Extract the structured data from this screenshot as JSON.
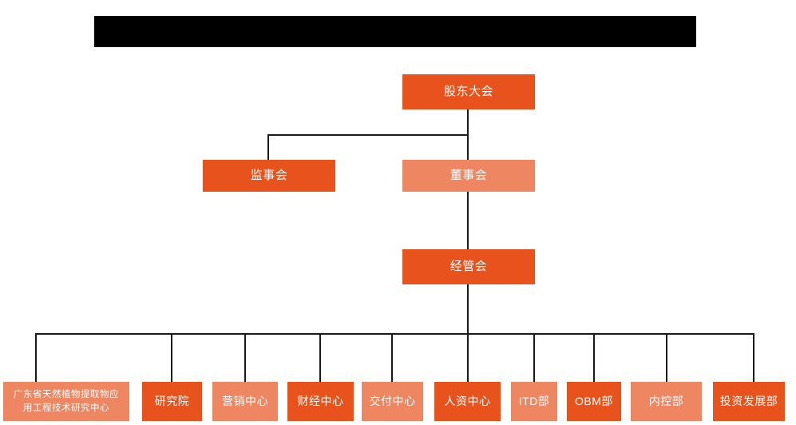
{
  "banner": {
    "name": "redacted-title-bar",
    "text": "",
    "color": "#000000"
  },
  "colors": {
    "background": "#ffffff",
    "node_dark": "#e8521c",
    "node_light": "#ef8662",
    "connector": "#1a1a1a",
    "node_text": "#ffffff"
  },
  "chart_data": {
    "type": "diagram",
    "diagram_type": "organization-chart",
    "title": "",
    "orientation": "top-down",
    "levels": 4,
    "nodes": [
      {
        "id": "n1",
        "label": "股东大会",
        "level": 1,
        "style": "dark"
      },
      {
        "id": "n2",
        "label": "监事会",
        "level": 2,
        "style": "dark"
      },
      {
        "id": "n3",
        "label": "董事会",
        "level": 2,
        "style": "light"
      },
      {
        "id": "n4",
        "label": "经管会",
        "level": 3,
        "style": "dark"
      },
      {
        "id": "n5",
        "label": "广东省天然植物提取物应用工程技术研究中心",
        "label_line1": "广东省天然植物提取物应",
        "label_line2": "用工程技术研究中心",
        "level": 4,
        "style": "light"
      },
      {
        "id": "n6",
        "label": "研究院",
        "level": 4,
        "style": "dark"
      },
      {
        "id": "n7",
        "label": "营销中心",
        "level": 4,
        "style": "light"
      },
      {
        "id": "n8",
        "label": "财经中心",
        "level": 4,
        "style": "dark"
      },
      {
        "id": "n9",
        "label": "交付中心",
        "level": 4,
        "style": "light"
      },
      {
        "id": "n10",
        "label": "人资中心",
        "level": 4,
        "style": "dark"
      },
      {
        "id": "n11",
        "label": "ITD部",
        "level": 4,
        "style": "light"
      },
      {
        "id": "n12",
        "label": "OBM部",
        "level": 4,
        "style": "dark"
      },
      {
        "id": "n13",
        "label": "内控部",
        "level": 4,
        "style": "light"
      },
      {
        "id": "n14",
        "label": "投资发展部",
        "level": 4,
        "style": "dark"
      }
    ],
    "edges": [
      {
        "from": "n1",
        "to": "n2"
      },
      {
        "from": "n1",
        "to": "n3"
      },
      {
        "from": "n3",
        "to": "n4"
      },
      {
        "from": "n4",
        "to": "n5"
      },
      {
        "from": "n4",
        "to": "n6"
      },
      {
        "from": "n4",
        "to": "n7"
      },
      {
        "from": "n4",
        "to": "n8"
      },
      {
        "from": "n4",
        "to": "n9"
      },
      {
        "from": "n4",
        "to": "n10"
      },
      {
        "from": "n4",
        "to": "n11"
      },
      {
        "from": "n4",
        "to": "n12"
      },
      {
        "from": "n4",
        "to": "n13"
      },
      {
        "from": "n4",
        "to": "n14"
      }
    ]
  }
}
